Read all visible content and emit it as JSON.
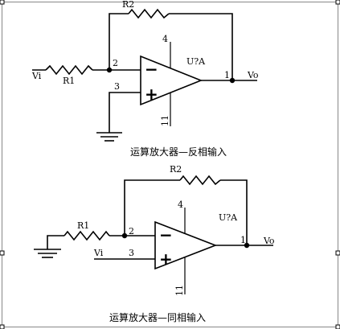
{
  "inverting": {
    "title": "运算放大器—反相输入",
    "opamp_label": "U?A",
    "input_label": "Vi",
    "output_label": "Vo",
    "r1_label": "R1",
    "r2_label": "R2",
    "pin_inverting": "2",
    "pin_noninverting": "3",
    "pin_output": "1",
    "pin_supply_pos": "4",
    "pin_supply_neg": "11",
    "minus_sign": "−",
    "plus_sign": "+"
  },
  "noninverting": {
    "title": "运算放大器—同相输入",
    "opamp_label": "U?A",
    "input_label": "Vi",
    "output_label": "Vo",
    "r1_label": "R1",
    "r2_label": "R2",
    "pin_inverting": "2",
    "pin_noninverting": "3",
    "pin_output": "1",
    "pin_supply_pos": "4",
    "pin_supply_neg": "11",
    "minus_sign": "−",
    "plus_sign": "+"
  }
}
